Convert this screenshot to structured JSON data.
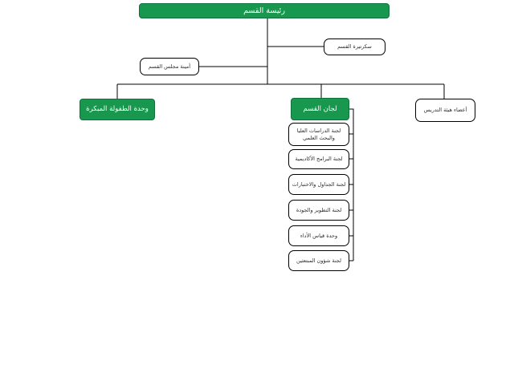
{
  "chart_type": "org-chart",
  "org": {
    "root": {
      "label": "رئيسة القسم"
    },
    "secretary": {
      "label": "سكرتيرة القسم"
    },
    "council_secretary": {
      "label": "أمينة مجلس القسم"
    },
    "early_childhood_unit": {
      "label": "وحدة الطفولة المبكرة"
    },
    "committees_head": {
      "label": "لجان القسم"
    },
    "faculty_members": {
      "label": "أعضاء هيئة التدريس"
    },
    "committees": [
      {
        "label": "لجنة الدراسات العليا والبحث العلمي"
      },
      {
        "label": "لجنة البرامج الأكاديمية"
      },
      {
        "label": "لجنة الجداول والاختبارات"
      },
      {
        "label": "لجنة التطوير والجودة"
      },
      {
        "label": "وحدة قياس الأداء"
      },
      {
        "label": "لجنة شؤون المبتعثين"
      }
    ],
    "colors": {
      "node_green": "#18974e",
      "node_white": "#ffffff",
      "line": "#000000",
      "text_on_green": "#ffffff",
      "text_on_white": "#2b2b2b"
    }
  }
}
